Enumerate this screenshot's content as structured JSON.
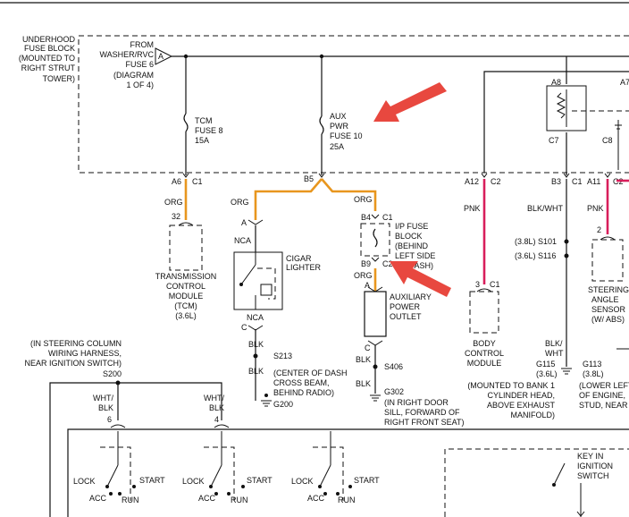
{
  "fuse_block": {
    "label": [
      "UNDERHOOD",
      "FUSE BLOCK",
      "(MOUNTED TO",
      "RIGHT STRUT",
      "TOWER)"
    ],
    "source": [
      "FROM",
      "WASHER/RVC",
      "FUSE 6",
      "(DIAGRAM",
      "1 OF 4)"
    ],
    "source_connector": "A"
  },
  "fuses": {
    "tcm": [
      "TCM",
      "FUSE 8",
      "15A"
    ],
    "aux": [
      "AUX",
      "PWR",
      "FUSE 10",
      "25A"
    ]
  },
  "connectors": {
    "a6": "A6",
    "c1a": "C1",
    "b5": "B5",
    "a12": "A12",
    "c2a": "C2",
    "b3": "B3",
    "c1b": "C1",
    "a11": "A11",
    "c2b": "C2",
    "a8": "A8",
    "a7": "A7",
    "c7": "C7",
    "c8": "C8",
    "b4": "B4",
    "c1c": "C1",
    "b9": "B9",
    "c2c": "C2",
    "pin32": "32",
    "pinA1": "A",
    "pinA2": "A",
    "pinC1": "C",
    "pinC2": "C",
    "pin3": "3",
    "c1d": "C1",
    "pin2": "2",
    "pin6": "6",
    "pin4": "4",
    "nca1": "NCA",
    "nca2": "NCA"
  },
  "wire_colors": {
    "org1": "ORG",
    "org2": "ORG",
    "org3": "ORG",
    "org4": "ORG",
    "pnk1": "PNK",
    "pnk2": "PNK",
    "blkwht": "BLK/WHT",
    "blk1": "BLK",
    "blk2": "BLK",
    "blk3": "BLK",
    "blk4": "BLK",
    "blkwht2": [
      "BLK/",
      "WHT"
    ],
    "whtblk1": [
      "WHT/",
      "BLK"
    ],
    "whtblk2": [
      "WHT/",
      "BLK"
    ]
  },
  "components": {
    "tcm": [
      "TRANSMISSION",
      "CONTROL",
      "MODULE",
      "(TCM)",
      "(3.6L)"
    ],
    "cigar": [
      "CIGAR",
      "LIGHTER"
    ],
    "ip_fuse": [
      "I/P FUSE",
      "BLOCK",
      "(BEHIND",
      "LEFT SIDE",
      "OF DASH)"
    ],
    "aux_outlet": [
      "AUXILIARY",
      "POWER",
      "OUTLET"
    ],
    "bcm": [
      "BODY",
      "CONTROL",
      "MODULE"
    ],
    "steering": [
      "STEERING",
      "ANGLE",
      "SENSOR",
      "(W/ ABS)"
    ],
    "ignition": [
      "KEY IN",
      "IGNITION",
      "SWITCH"
    ]
  },
  "splices": {
    "s101": "(3.8L) S101",
    "s116": "(3.6L) S116",
    "s213": "S213",
    "s406": "S406",
    "s200": "S200"
  },
  "grounds": {
    "g200": "G200",
    "g302": "G302",
    "g115": [
      "G115",
      "(3.6L)"
    ],
    "g113": [
      "G113",
      "(3.8L)"
    ]
  },
  "notes": {
    "s213": [
      "(CENTER OF DASH",
      "CROSS BEAM,",
      "BEHIND RADIO)"
    ],
    "g302": [
      "(IN RIGHT DOOR",
      "SILL, FORWARD OF",
      "RIGHT FRONT SEAT)"
    ],
    "g115": [
      "(MOUNTED TO BANK 1",
      "CYLINDER HEAD,",
      "ABOVE EXHAUST",
      "MANIFOLD)"
    ],
    "g113": [
      "(LOWER LEFT",
      "OF ENGINE,",
      "STUD, NEAR"
    ],
    "s200": [
      "(IN STEERING COLUMN",
      "WIRING HARNESS,",
      "NEAR IGNITION SWITCH)"
    ]
  },
  "switch_labels": {
    "lock": "LOCK",
    "acc": "ACC",
    "start": "START",
    "run": "RUN"
  },
  "colors": {
    "orange_wire": "#e8961e",
    "pink_wire": "#d81e5b",
    "arrow": "#e8483f"
  }
}
